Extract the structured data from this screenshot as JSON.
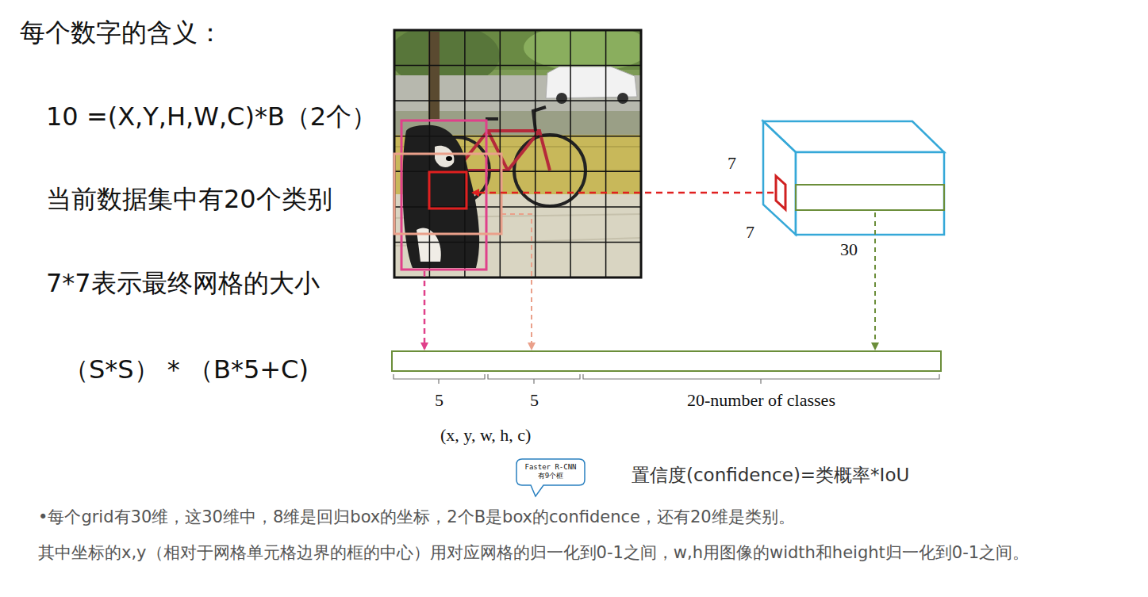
{
  "diagram": {
    "title": "每个数字的含义：",
    "nodes": [
      {
        "text": [
          "Faster R-CNN 有9个框"
        ]
      }
    ],
    "labels": [
      "10 =(X,Y,H,W,C)*B（2个）",
      "当前数据集中有20个类别",
      "7*7表示最终网格的大小",
      "（S*S） * （B*5+C)",
      "7",
      "7",
      "30",
      "5",
      "5",
      "20-number of classes",
      "(x, y, w, h, c)",
      "置信度(confidence)=类概率*IoU",
      "•每个grid有30维，这30维中，8维是回归box的坐标，2个B是box的confidence，还有20维是类别。",
      "其中坐标的x,y（相对于网格单元格边界的框的中心）用对应网格的归一化到0-1之间，w,h用图像的width和height归一化到0-1之间。"
    ]
  }
}
